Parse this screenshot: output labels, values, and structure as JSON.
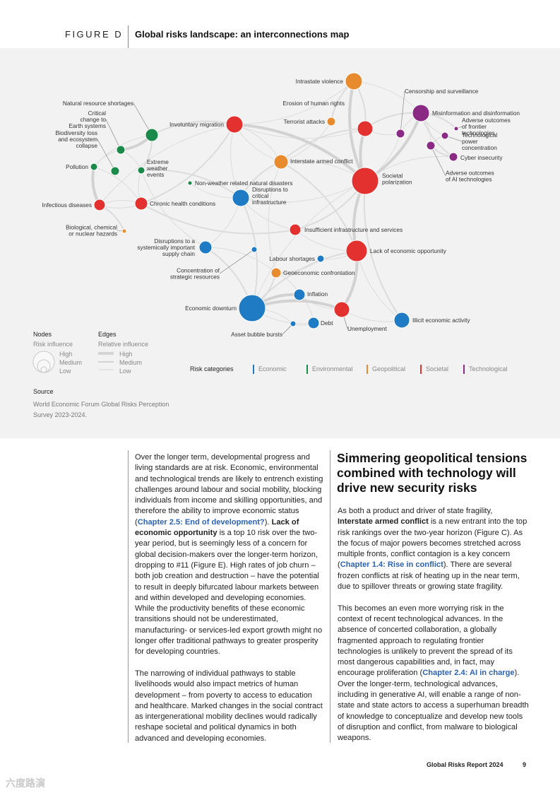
{
  "figure": {
    "label": "FIGURE D",
    "title": "Global risks landscape: an interconnections map"
  },
  "colors": {
    "economic": "#1e7bc4",
    "environmental": "#1a8a4a",
    "geopolitical": "#e88a2e",
    "societal": "#e2312f",
    "technological": "#8b2a84",
    "link": "#2d62b3"
  },
  "nodes": [
    {
      "id": "intrastate",
      "label": "Intrastate violence",
      "cat": "geopolitical"
    },
    {
      "id": "censorship",
      "label": "Censorship and surveillance",
      "cat": "technological"
    },
    {
      "id": "natres",
      "label": "Natural resource shortages",
      "cat": "environmental"
    },
    {
      "id": "humanrights",
      "label": "Erosion of human rights",
      "cat": "societal"
    },
    {
      "id": "misinfo",
      "label": "Misinformation and disinformation",
      "cat": "technological"
    },
    {
      "id": "critchange",
      "label": "Critical change to Earth systems",
      "cat": "environmental"
    },
    {
      "id": "migration",
      "label": "Involuntary migration",
      "cat": "societal"
    },
    {
      "id": "terrorist",
      "label": "Terrorist attacks",
      "cat": "geopolitical"
    },
    {
      "id": "frontier",
      "label": "Adverse outcomes of frontier technologies",
      "cat": "technological"
    },
    {
      "id": "biodiv",
      "label": "Biodiversity loss and ecosystem collapse",
      "cat": "environmental"
    },
    {
      "id": "techpower",
      "label": "Technological power concentration",
      "cat": "technological"
    },
    {
      "id": "cyber",
      "label": "Cyber insecurity",
      "cat": "technological"
    },
    {
      "id": "interstate",
      "label": "Interstate armed conflict",
      "cat": "geopolitical"
    },
    {
      "id": "pollution",
      "label": "Pollution",
      "cat": "environmental"
    },
    {
      "id": "extreme",
      "label": "Extreme weather events",
      "cat": "environmental"
    },
    {
      "id": "polar",
      "label": "Societal polarization",
      "cat": "societal"
    },
    {
      "id": "adverseai",
      "label": "Adverse outcomes of AI technologies",
      "cat": "technological"
    },
    {
      "id": "nonweather",
      "label": "Non-weather related natural disasters",
      "cat": "environmental"
    },
    {
      "id": "infectious",
      "label": "Infectious diseases",
      "cat": "societal"
    },
    {
      "id": "chronic",
      "label": "Chronic health conditions",
      "cat": "societal"
    },
    {
      "id": "disruptinfra",
      "label": "Disruptions to critical infrastructure",
      "cat": "economic"
    },
    {
      "id": "biochem",
      "label": "Biological, chemical or nuclear hazards",
      "cat": "geopolitical"
    },
    {
      "id": "insuffinfra",
      "label": "Insufficient infrastructure and services",
      "cat": "societal"
    },
    {
      "id": "supplychain",
      "label": "Disruptions to a systemically important supply chain",
      "cat": "economic"
    },
    {
      "id": "labour",
      "label": "Labour shortages",
      "cat": "economic"
    },
    {
      "id": "lackecon",
      "label": "Lack of economic opportunity",
      "cat": "societal"
    },
    {
      "id": "concentration",
      "label": "Concentration of strategic resources",
      "cat": "economic"
    },
    {
      "id": "geoecon",
      "label": "Geoeconomic confrontation",
      "cat": "geopolitical"
    },
    {
      "id": "inflation",
      "label": "Inflation",
      "cat": "economic"
    },
    {
      "id": "downturn",
      "label": "Economic downturn",
      "cat": "economic"
    },
    {
      "id": "unemployment",
      "label": "Unemployment",
      "cat": "societal"
    },
    {
      "id": "illicit",
      "label": "Illicit economic activity",
      "cat": "economic"
    },
    {
      "id": "debt",
      "label": "Debt",
      "cat": "economic"
    },
    {
      "id": "assetbubble",
      "label": "Asset bubble bursts",
      "cat": "economic"
    }
  ],
  "legend": {
    "nodes_title": "Nodes",
    "nodes_sub": "Risk influence",
    "edges_title": "Edges",
    "edges_sub": "Relative influence",
    "levels": [
      "High",
      "Medium",
      "Low"
    ]
  },
  "categories": {
    "title": "Risk categories",
    "items": [
      {
        "label": "Economic",
        "key": "economic"
      },
      {
        "label": "Environmental",
        "key": "environmental"
      },
      {
        "label": "Geopolitical",
        "key": "geopolitical"
      },
      {
        "label": "Societal",
        "key": "societal"
      },
      {
        "label": "Technological",
        "key": "technological"
      }
    ]
  },
  "source": {
    "title": "Source",
    "text": "World Economic Forum Global Risks Perception Survey 2023-2024."
  },
  "left_column": {
    "p1_a": "Over the longer term, developmental progress and living standards are at risk. Economic, environmental and technological trends are likely to entrench existing challenges around labour and social mobility, blocking individuals from income and skilling opportunities, and therefore the ability to improve economic status (",
    "p1_link": "Chapter 2.5: End of development?",
    "p1_b": "). ",
    "p1_bold": "Lack of economic opportunity",
    "p1_c": " is a top 10 risk over the two-year period, but is seemingly less of a concern for global decision-makers over the longer-term horizon, dropping to #11 (Figure E). High rates of job churn – both job creation and destruction – have the potential to result in deeply bifurcated labour markets between and within developed and developing economies. While the productivity benefits of these economic transitions should not be underestimated, manufacturing- or services-led export growth might no longer offer traditional pathways to greater prosperity for developing countries.",
    "p2": "The narrowing of individual pathways to stable livelihoods would also impact metrics of human development – from poverty to access to education and healthcare. Marked changes in the social contract as intergenerational mobility declines would radically reshape societal and political dynamics in both advanced and developing economies."
  },
  "right_column": {
    "title": "Simmering geopolitical tensions combined with technology will drive new security risks",
    "p1_a": "As both a product and driver of state fragility, ",
    "p1_bold": "Interstate armed conflict",
    "p1_b": " is a new entrant into the top risk rankings over the two-year horizon (Figure C). As the focus of major powers becomes stretched across multiple fronts, conflict contagion is a key concern (",
    "p1_link": "Chapter 1.4: Rise in conflict",
    "p1_c": "). There are several frozen conflicts at risk of heating up in the near term, due to spillover threats or growing state fragility.",
    "p2_a": "This becomes an even more worrying risk in the context of recent technological advances. In the absence of concerted collaboration, a globally fragmented approach to regulating frontier technologies is unlikely to prevent the spread of its most dangerous capabilities and, in fact, may encourage proliferation (",
    "p2_link": "Chapter 2.4: AI in charge",
    "p2_b": "). Over the longer-term, technological advances, including in generative AI, will enable a range of non-state and state actors to access a superhuman breadth of knowledge to conceptualize and develop new tools of disruption and conflict, from malware to biological weapons."
  },
  "footer": {
    "report": "Global Risks Report 2024",
    "page": "9"
  },
  "watermark": "六度路演"
}
